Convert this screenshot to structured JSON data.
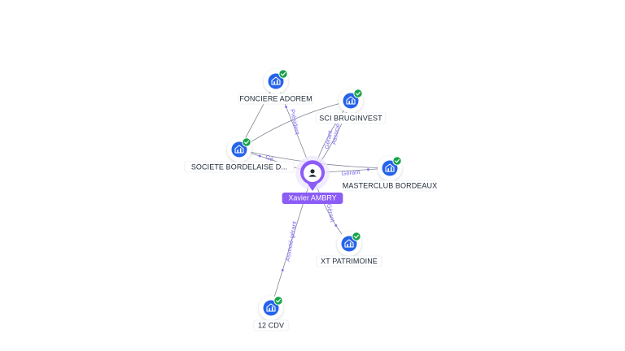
{
  "colors": {
    "company_blue": "#2563eb",
    "check_green": "#16a34a",
    "person_purple": "#8b5cf6",
    "edge_label": "#7b6cf0"
  },
  "center": {
    "name": "Xavier AMBRY",
    "icon": "person-icon"
  },
  "companies": [
    {
      "id": "adorem",
      "name": "FONCIERE ADOREM",
      "icon": "building-icon",
      "verified": true
    },
    {
      "id": "bruginvest",
      "name": "SCI BRUGINVEST",
      "icon": "building-icon",
      "verified": true
    },
    {
      "id": "bordelaise",
      "name": "SOCIETE BORDELAISE D...",
      "icon": "building-icon",
      "verified": true
    },
    {
      "id": "masterclub",
      "name": "MASTERCLUB BORDEAUX",
      "icon": "building-icon",
      "verified": true
    },
    {
      "id": "xt",
      "name": "XT PATRIMOINE",
      "icon": "building-icon",
      "verified": true
    },
    {
      "id": "cdv",
      "name": "12 CDV",
      "icon": "building-icon",
      "verified": true
    }
  ],
  "relations": [
    {
      "from": "center",
      "to": "adorem",
      "label": "Président"
    },
    {
      "from": "center",
      "to": "bruginvest",
      "label": "Associé"
    },
    {
      "from": "center",
      "to": "bruginvest",
      "label": "Gérant"
    },
    {
      "from": "center",
      "to": "bordelaise",
      "label": "Gé"
    },
    {
      "from": "center",
      "to": "masterclub",
      "label": "Gérant"
    },
    {
      "from": "center",
      "to": "xt",
      "label": "Gérant"
    },
    {
      "from": "center",
      "to": "cdv",
      "label": "Associé-gérant"
    },
    {
      "from": "bordelaise",
      "to": "adorem",
      "label": ""
    },
    {
      "from": "bordelaise",
      "to": "bruginvest",
      "label": ""
    },
    {
      "from": "bordelaise",
      "to": "masterclub",
      "label": ""
    }
  ]
}
